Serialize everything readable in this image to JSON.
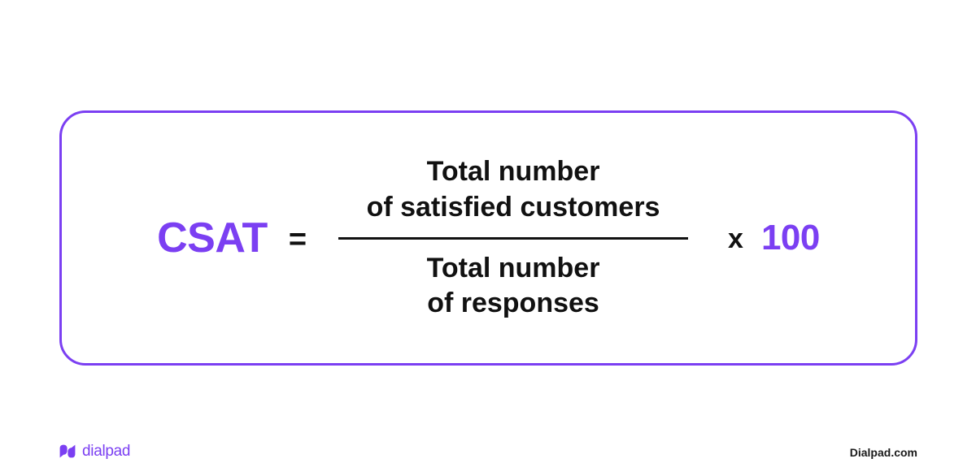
{
  "colors": {
    "brand_purple": "#7B3FF2",
    "text_black": "#111111",
    "background": "#FFFFFF"
  },
  "card": {
    "metric_label": "CSAT",
    "equals": "=",
    "fraction": {
      "numerator_line_1": "Total number",
      "numerator_line_2": "of satisfied customers",
      "denominator_line_1": "Total number",
      "denominator_line_2": "of responses"
    },
    "multiply_symbol": "x",
    "multiplier": "100"
  },
  "footer": {
    "logo_icon": "dialpad-speech-bubbles-icon",
    "logo_wordmark": "dialpad",
    "site": "Dialpad.com"
  }
}
